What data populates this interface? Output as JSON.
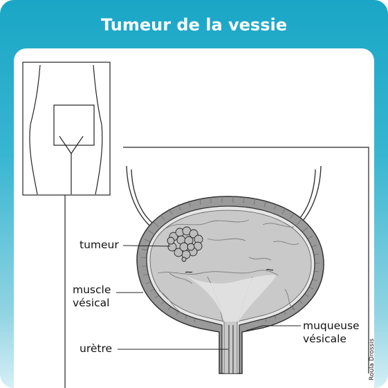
{
  "title": "Tumeur de la vessie",
  "labels": {
    "tumeur": "tumeur",
    "muscle_line1": "muscle",
    "muscle_line2": "vésical",
    "muqueuse_line1": "muqueuse",
    "muqueuse_line2": "vésicale",
    "uretre": "urètre"
  },
  "credit": "Roula Drossis",
  "colors": {
    "banner": "#1aa6c6",
    "panel": "#ffffff",
    "bladder_wall": "#9a9a9a",
    "bladder_interior": "#c9c9c9"
  }
}
